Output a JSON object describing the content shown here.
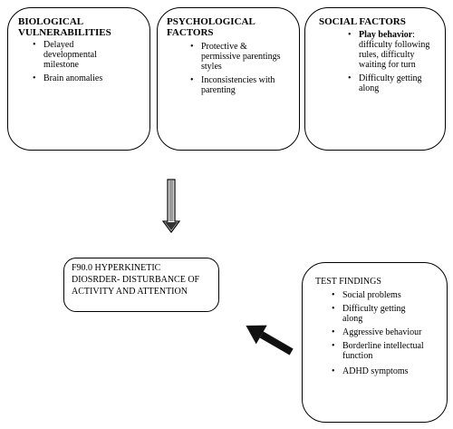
{
  "boxes": {
    "biological": {
      "title": "BIOLOGICAL VULNERABILITIES",
      "items": [
        "Delayed developmental milestone",
        "Brain anomalies"
      ]
    },
    "psychological": {
      "title": "PSYCHOLOGICAL FACTORS",
      "items": [
        "Protective & permissive parentings styles",
        "Inconsistencies with parenting"
      ]
    },
    "social": {
      "title": "SOCIAL FACTORS",
      "item1_bold": "Play behavior",
      "item1_rest": ": difficulty following rules, difficulty waiting for turn",
      "item2": "Difficulty getting along"
    },
    "diagnosis": {
      "text": "F90.0 HYPERKINETIC DIOSRDER- DISTURBANCE OF ACTIVITY AND ATTENTION"
    },
    "test_findings": {
      "title": "TEST FINDINGS",
      "items": [
        "Social problems",
        "Difficulty getting along",
        "Aggressive behaviour",
        "Borderline intellectual function",
        "ADHD symptoms"
      ]
    }
  }
}
